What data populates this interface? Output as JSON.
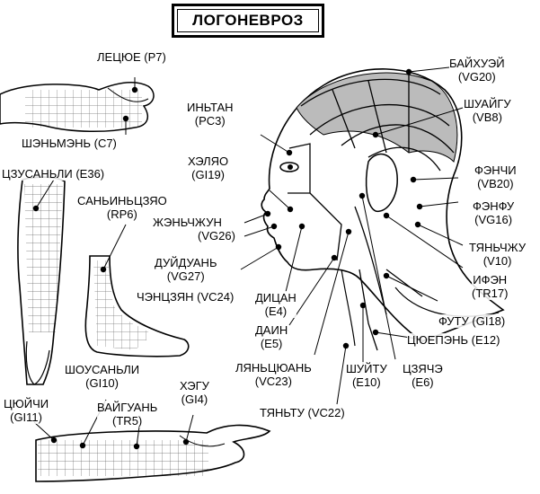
{
  "title": "ЛОГОНЕВРОЗ",
  "points": [
    {
      "name": "ЛЕЦЮЕ",
      "code": "(P7)"
    },
    {
      "name": "ШЭНЬМЭНЬ",
      "code": "(C7)"
    },
    {
      "name": "ЦЗУСАНЬЛИ",
      "code": "(E36)"
    },
    {
      "name": "САНЬИНЬЦЗЯО",
      "code": "(RP6)"
    },
    {
      "name": "ИНЬТАН",
      "code": "(PC3)"
    },
    {
      "name": "ХЭЛЯО",
      "code": "(GI19)"
    },
    {
      "name": "ЖЭНЬЧЖУН",
      "code": "(VG26)"
    },
    {
      "name": "ДУЙДУАНЬ",
      "code": "(VG27)"
    },
    {
      "name": "ЧЭНЦЗЯН",
      "code": "(VC24)"
    },
    {
      "name": "ДИЦАН",
      "code": "(E4)"
    },
    {
      "name": "ДАИН",
      "code": "(E5)"
    },
    {
      "name": "ЛЯНЬЦЮАНЬ",
      "code": "(VC23)"
    },
    {
      "name": "ТЯНЬТУ",
      "code": "(VC22)"
    },
    {
      "name": "ШУЙТУ",
      "code": "(E10)"
    },
    {
      "name": "ЦЗЯЧЭ",
      "code": "(E6)"
    },
    {
      "name": "ЦЮЕПЭНЬ",
      "code": "(E12)"
    },
    {
      "name": "ФУТУ",
      "code": "(GI18)"
    },
    {
      "name": "ИФЭН",
      "code": "(TR17)"
    },
    {
      "name": "ТЯНЬЧЖУ",
      "code": "(V10)"
    },
    {
      "name": "ФЭНФУ",
      "code": "(VG16)"
    },
    {
      "name": "ФЭНЧИ",
      "code": "(VB20)"
    },
    {
      "name": "ШУАЙГУ",
      "code": "(VB8)"
    },
    {
      "name": "БАЙХУЭЙ",
      "code": "(VG20)"
    },
    {
      "name": "ШОУСАНЬЛИ",
      "code": "(GI10)"
    },
    {
      "name": "ВАЙГУАНЬ",
      "code": "(TR5)"
    },
    {
      "name": "ХЭГУ",
      "code": "(GI4)"
    },
    {
      "name": "ЦЮЙЧИ",
      "code": "(GI11)"
    }
  ]
}
